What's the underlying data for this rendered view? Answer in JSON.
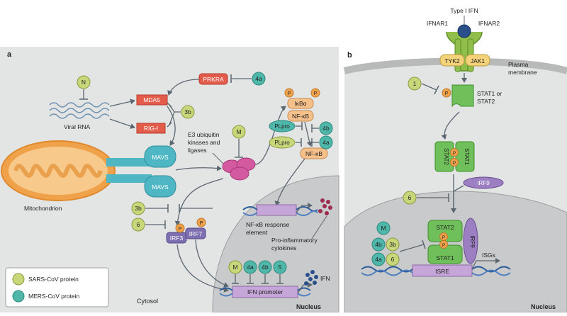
{
  "panel_a": {
    "letter": "a",
    "cytosol": "Cytosol",
    "nucleus": "Nucleus",
    "viral_rna": "Viral RNA",
    "mitochondrion": "Mitochondrion",
    "mda5": "MDA5",
    "rig_i": "RIG-I",
    "prkra": "PRKRA",
    "mavs_top": "MAVS",
    "mavs_bottom": "MAVS",
    "e3_line1": "E3 ubiquitin",
    "e3_line2": "kinases and",
    "e3_line3": "ligases",
    "ikba": "IκBα",
    "nfkb_top": "NF-κB",
    "nfkb_bottom": "NF-κB",
    "plpro_top": "PLpro",
    "plpro_bottom": "PLpro",
    "irf3": "IRF3",
    "irf7": "IRF7",
    "p": "P",
    "nfkb_resp_line1": "NF-κB response",
    "nfkb_resp_line2": "element",
    "proinf_line1": "Pro-inflammatory",
    "proinf_line2": "cytokines",
    "ifn_promoter": "IFN promoter",
    "ifn": "IFN",
    "proteins": {
      "n": "N",
      "a4a_top": "4a",
      "a3b_top": "3b",
      "m": "M",
      "b4b": "4b",
      "b4a": "4a",
      "a3b_mid": "3b",
      "a6": "6",
      "m_bot": "M",
      "a4a_bot": "4a",
      "b4b_bot": "4b",
      "a5": "5"
    },
    "legend": {
      "sars": "SARS-CoV protein",
      "mers": "MERS-CoV protein",
      "sars_color": "#c8d77a",
      "mers_color": "#4fb7a9"
    }
  },
  "panel_b": {
    "letter": "b",
    "type1_ifn": "Type I IFN",
    "ifnar1": "IFNAR1",
    "ifnar2": "IFNAR2",
    "tyk2": "TYK2",
    "jak1": "JAK1",
    "pm_line1": "Plasma",
    "pm_line2": "membrane",
    "stat_line1": "STAT1 or",
    "stat_line2": "STAT2",
    "stat2": "STAT2",
    "stat1": "STAT1",
    "irf9": "IRF9",
    "isre": "ISRE",
    "isgs": "ISGs",
    "nucleus": "Nucleus",
    "p": "P",
    "proteins": {
      "one": "1",
      "six": "6",
      "m": "M",
      "b4b": "4b",
      "a3b": "3b",
      "b4a": "4a",
      "a6": "6"
    }
  }
}
